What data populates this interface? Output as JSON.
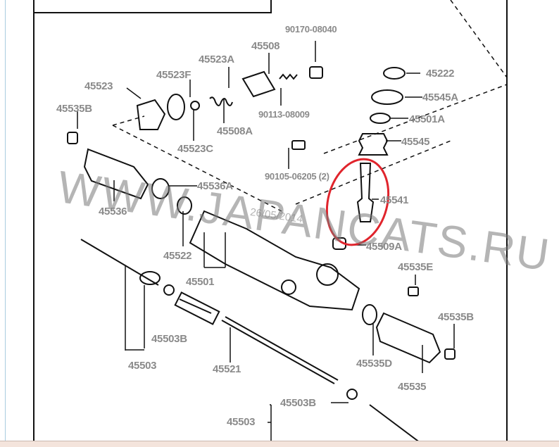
{
  "watermark": "WWW.JAPANCATS.RU",
  "date_stamp": "26/05/2014",
  "highlight_color": "#e0242c",
  "labels": {
    "p90170_08040": "90170-08040",
    "p45508": "45508",
    "p45523A": "45523A",
    "p45523F": "45523F",
    "p45523": "45523",
    "p45535B_top": "45535B",
    "p45508A": "45508A",
    "p90113_08009": "90113-08009",
    "p45523C": "45523C",
    "p90105_06205": "90105-06205 (2)",
    "p45536A": "45536A",
    "p45536": "45536",
    "p45522": "45522",
    "p45501": "45501",
    "p45222": "45222",
    "p45545A": "45545A",
    "p45501A": "45501A",
    "p45545": "45545",
    "p45541": "45541",
    "p45509A": "45509A",
    "p45535E": "45535E",
    "p45535B_right": "45535B",
    "p45535D": "45535D",
    "p45535": "45535",
    "p45503B_left": "45503B",
    "p45503_left": "45503",
    "p45521": "45521",
    "p45503B_bottom": "45503B",
    "p45503_bottom": "45503"
  }
}
